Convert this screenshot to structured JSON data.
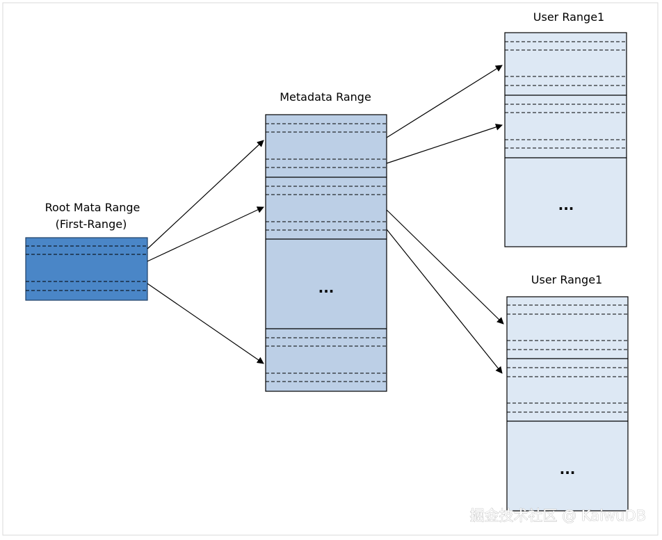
{
  "labels": {
    "root_line1": "Root Mata Range",
    "root_line2": "(First-Range)",
    "metadata": "Metadata Range",
    "user1": "User Range1",
    "user2": "User Range1"
  },
  "ellipsis": {
    "metadata": "...",
    "user1": "...",
    "user2": "..."
  },
  "watermark": "掘金技术社区 @ KaiwuDB",
  "colors": {
    "root_fill": "#4a86c7",
    "metadata_fill": "#bccfe6",
    "user_fill": "#dde8f4",
    "line": "#000000",
    "frame": "#d9d9d9"
  }
}
